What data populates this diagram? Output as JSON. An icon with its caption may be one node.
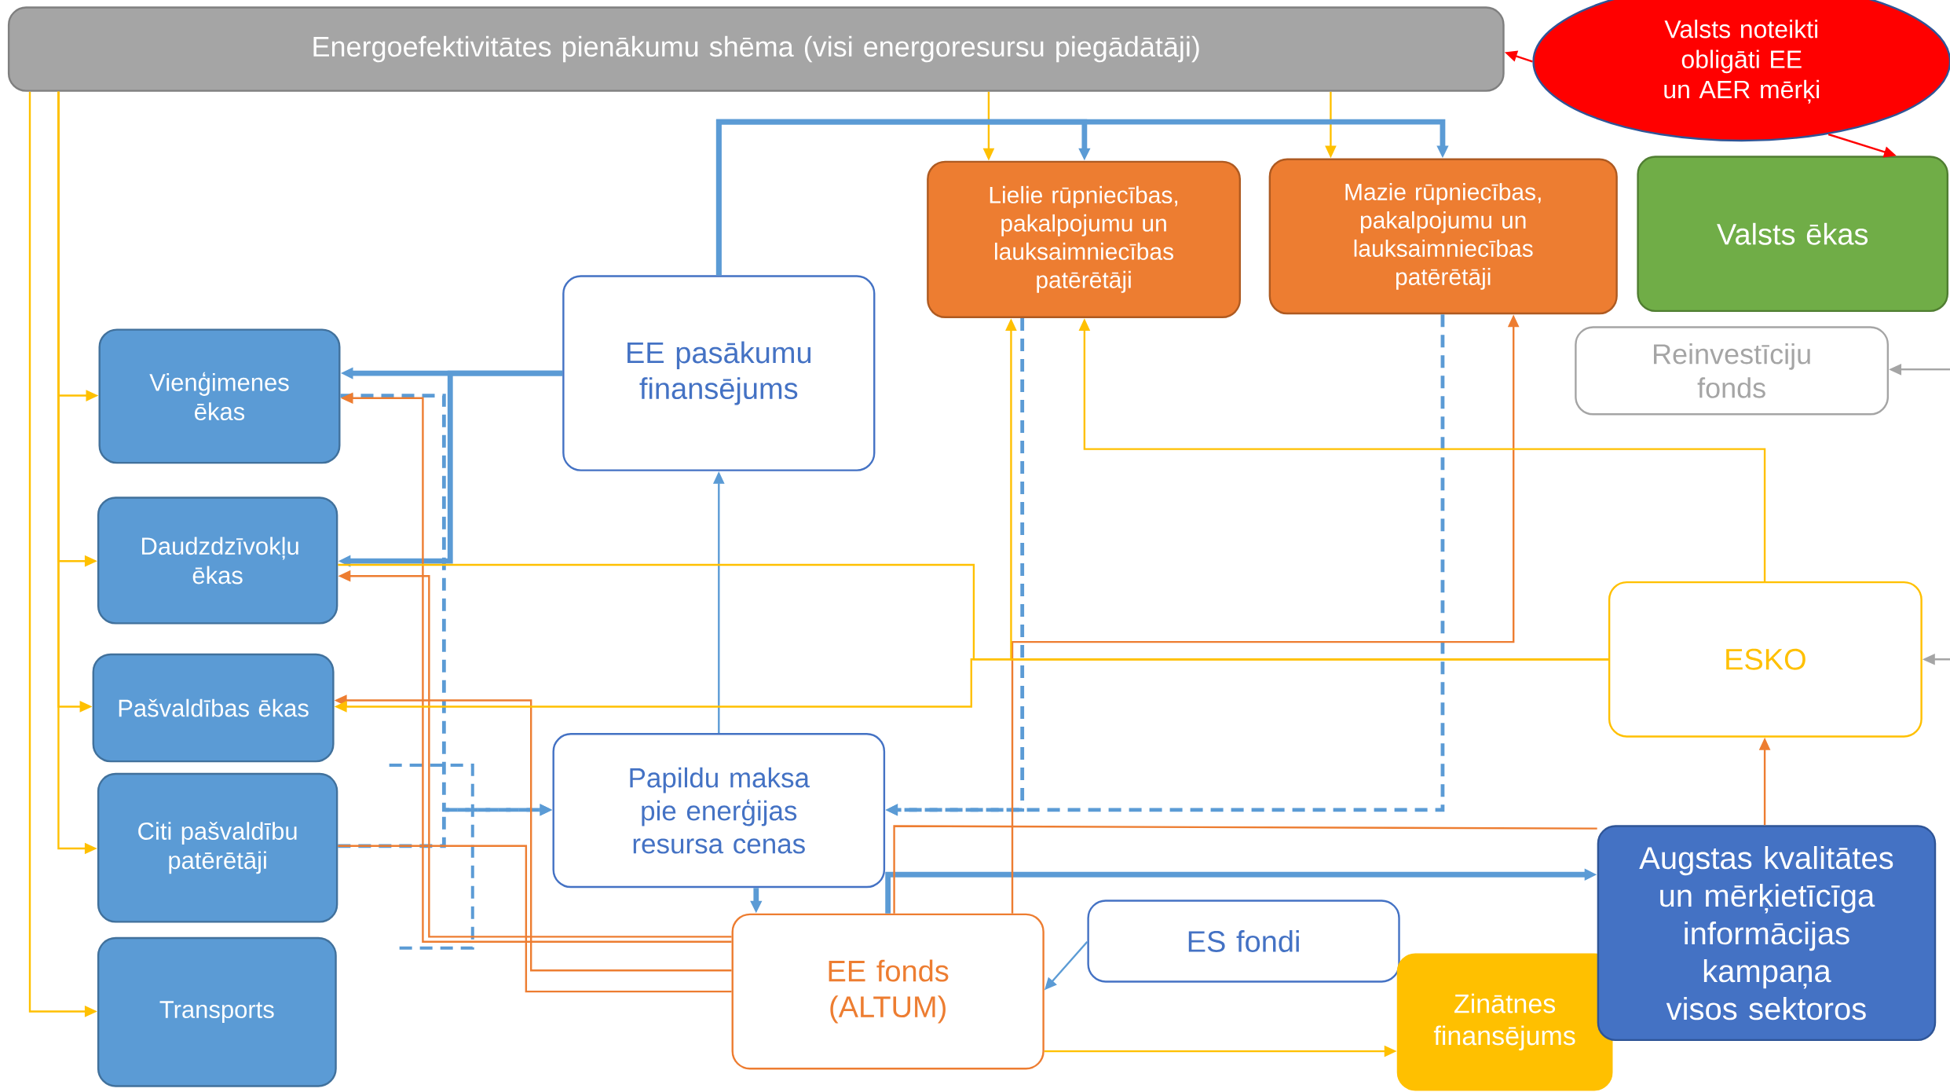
{
  "diagram": {
    "nodes": [
      {
        "text": [
          "Energoefektivitātes pienākumu shēma (visi energoresursu piegādātāji)"
        ]
      },
      {
        "text": [
          "Valsts noteikti obligāti EE un AER mērķi"
        ]
      },
      {
        "text": [
          "Lielie rūpniecības, pakalpojumu un lauksaimniecības patērētāji"
        ]
      },
      {
        "text": [
          "Mazie rūpniecības, pakalpojumu un lauksaimniecības patērētāji"
        ]
      },
      {
        "text": [
          "Valsts ēkas"
        ]
      },
      {
        "text": [
          "Reinvestīciju fonds"
        ]
      },
      {
        "text": [
          "EE pasākumu finansējums"
        ]
      },
      {
        "text": [
          "Vienģimenes ēkas"
        ]
      },
      {
        "text": [
          "Daudzdzīvokļu ēkas"
        ]
      },
      {
        "text": [
          "Pašvaldības ēkas"
        ]
      },
      {
        "text": [
          "Citi pašvaldību patērētāji"
        ]
      },
      {
        "text": [
          "Transports"
        ]
      },
      {
        "text": [
          "ESKO"
        ]
      },
      {
        "text": [
          "Papildu maksa pie enerģijas resursa cenas"
        ]
      },
      {
        "text": [
          "EE fonds (ALTUM)"
        ]
      },
      {
        "text": [
          "ES fondi"
        ]
      },
      {
        "text": [
          "Zinātnes finansējums"
        ]
      },
      {
        "text": [
          "Augstas kvalitātes un mērķietīcīga informācijas kampaņa visos sektoros"
        ]
      }
    ],
    "edges": [
      {
        "from": 1,
        "to": 0,
        "arrow": "to",
        "color": "#ff0000"
      },
      {
        "from": 1,
        "to": 4,
        "arrow": "to",
        "color": "#ff0000"
      },
      {
        "from": 0,
        "to": 7,
        "arrow": "to",
        "color": "#ffc000"
      },
      {
        "from": 0,
        "to": 8,
        "arrow": "to",
        "color": "#ffc000"
      },
      {
        "from": 0,
        "to": 9,
        "arrow": "to",
        "color": "#ffc000"
      },
      {
        "from": 0,
        "to": 10,
        "arrow": "to",
        "color": "#ffc000"
      },
      {
        "from": 0,
        "to": 11,
        "arrow": "to",
        "color": "#ffc000"
      },
      {
        "from": 0,
        "to": 2,
        "arrow": "to",
        "color": "#ffc000"
      },
      {
        "from": 0,
        "to": 3,
        "arrow": "to",
        "color": "#ffc000"
      },
      {
        "from": 6,
        "to": 2,
        "arrow": "to",
        "style": "thick",
        "color": "#5b9bd5"
      },
      {
        "from": 6,
        "to": 3,
        "arrow": "to",
        "style": "thick",
        "color": "#5b9bd5"
      },
      {
        "from": 6,
        "to": 7,
        "arrow": "to",
        "style": "thick",
        "color": "#5b9bd5"
      },
      {
        "from": 6,
        "to": 8,
        "arrow": "to",
        "style": "thick",
        "color": "#5b9bd5"
      },
      {
        "from": 7,
        "to": 13,
        "arrow": "to",
        "style": "dashed",
        "color": "#5b9bd5"
      },
      {
        "from": 10,
        "to": 13,
        "arrow": "to",
        "style": "dashed",
        "color": "#5b9bd5"
      },
      {
        "from": 2,
        "to": 13,
        "arrow": "to",
        "style": "dashed",
        "color": "#5b9bd5"
      },
      {
        "from": 3,
        "to": 13,
        "arrow": "to",
        "style": "dashed",
        "color": "#5b9bd5"
      },
      {
        "from": 13,
        "to": 6,
        "arrow": "to",
        "color": "#5b9bd5"
      },
      {
        "from": 13,
        "to": 14,
        "arrow": "to",
        "style": "thick",
        "color": "#5b9bd5"
      },
      {
        "from": 14,
        "to": 17,
        "arrow": "to",
        "style": "thick",
        "color": "#5b9bd5"
      },
      {
        "from": 15,
        "to": 14,
        "arrow": "to",
        "color": "#5b9bd5"
      },
      {
        "from": 14,
        "to": 16,
        "arrow": "to",
        "color": "#ffc000"
      },
      {
        "from": 14,
        "to": 3,
        "arrow": "to",
        "color": "#ed7d31"
      },
      {
        "from": 14,
        "to": 7,
        "arrow": "to",
        "color": "#ed7d31"
      },
      {
        "from": 14,
        "to": 8,
        "arrow": "to",
        "color": "#ed7d31"
      },
      {
        "from": 14,
        "to": 9,
        "arrow": "to",
        "color": "#ed7d31"
      },
      {
        "from": 14,
        "to": 10,
        "arrow": "none",
        "color": "#ed7d31"
      },
      {
        "from": 14,
        "to": 17,
        "arrow": "none",
        "color": "#ed7d31"
      },
      {
        "from": 17,
        "to": 12,
        "arrow": "to",
        "color": "#ed7d31"
      },
      {
        "from": 12,
        "to": 2,
        "arrow": "to",
        "color": "#ffc000"
      },
      {
        "from": 12,
        "to": 2,
        "arrow": "to",
        "color": "#ffc000"
      },
      {
        "from": 12,
        "to": 8,
        "arrow": "none",
        "color": "#ffc000"
      },
      {
        "from": 12,
        "to": 9,
        "arrow": "to",
        "color": "#ffc000"
      },
      {
        "from": null,
        "to": 5,
        "arrow": "to",
        "color": "#a5a5a5"
      },
      {
        "from": null,
        "to": 12,
        "arrow": "to",
        "color": "#a5a5a5"
      }
    ]
  }
}
